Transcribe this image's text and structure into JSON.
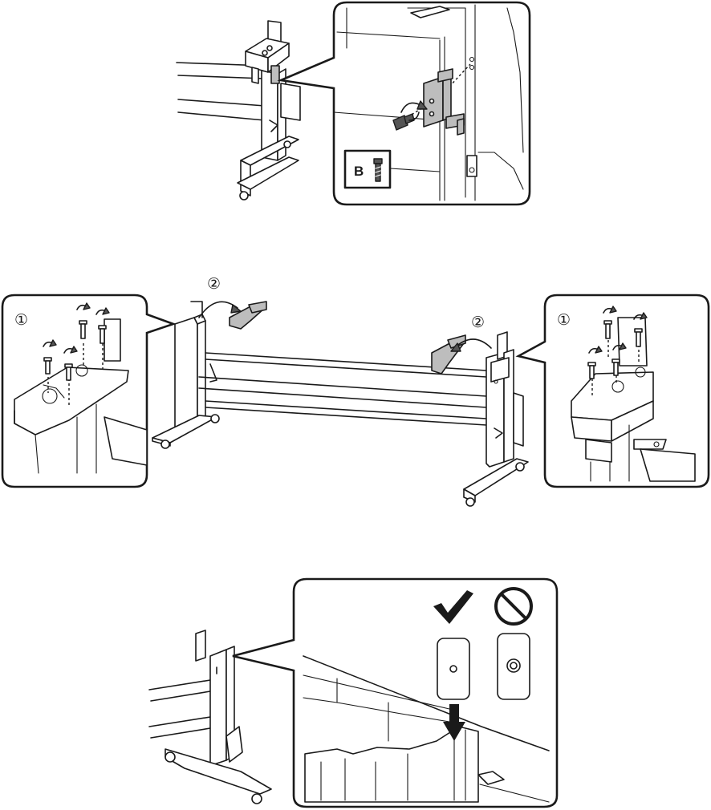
{
  "step1": {
    "screw_label": "B",
    "icons": [
      "stand-leg-icon",
      "bracket-icon",
      "screw-icon",
      "rotate-arrow-icon"
    ]
  },
  "step2": {
    "left_marker": "①",
    "center_left_marker": "②",
    "center_right_marker": "②",
    "right_marker": "①",
    "icons": [
      "screw-icon",
      "rotate-arrow-icon",
      "stand-icon",
      "bracket-icon"
    ]
  },
  "step3": {
    "icons": [
      "check-mark-icon",
      "prohibited-icon",
      "washer-correct-icon",
      "washer-incorrect-icon",
      "down-arrow-icon"
    ]
  },
  "colors": {
    "line": "#1a1a1a",
    "part_fill": "#bdbdbd",
    "dark_fill": "#555555",
    "background": "#ffffff"
  }
}
